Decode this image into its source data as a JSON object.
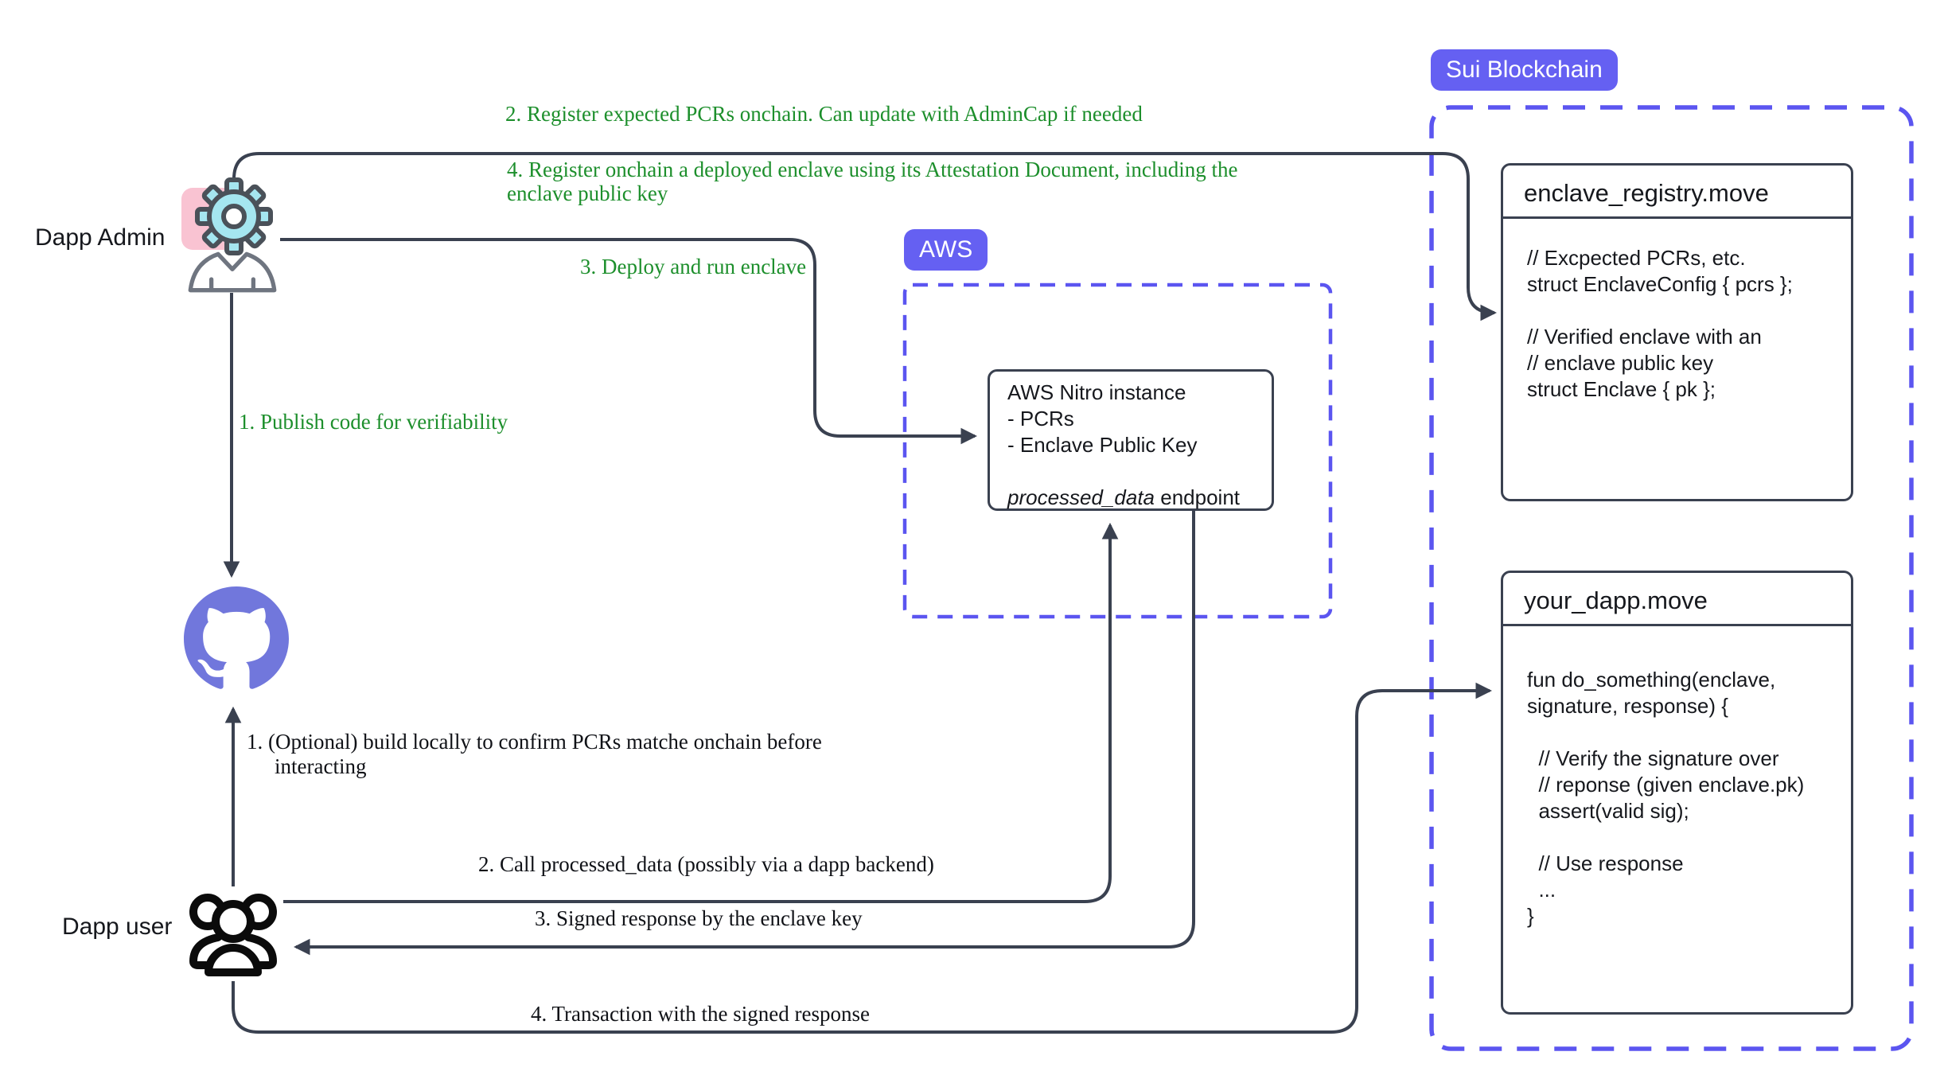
{
  "actors": {
    "dapp_admin": {
      "label": "Dapp Admin"
    },
    "dapp_user": {
      "label": "Dapp user"
    },
    "github": {
      "icon": "github-octocat"
    }
  },
  "annotations": {
    "admin_publish": "1. Publish code for verifiability",
    "admin_register_pcrs": "2. Register expected PCRs onchain. Can update with AdminCap if needed",
    "admin_deploy": "3. Deploy and run enclave",
    "admin_register_enclave_line1": "4. Register onchain a deployed enclave using its Attestation Document, including the",
    "admin_register_enclave_line2": "enclave public key",
    "user_build_line1": "1. (Optional) build locally to confirm PCRs matche onchain before",
    "user_build_line2": "interacting",
    "user_call": "2. Call processed_data (possibly via a dapp backend)",
    "user_signed_response": "3. Signed response by the enclave key",
    "user_transaction": "4. Transaction with the signed response"
  },
  "aws": {
    "badge": "AWS",
    "nitro_box": {
      "lines": [
        "AWS Nitro instance",
        "- PCRs",
        "- Enclave Public Key",
        ""
      ],
      "endpoint_italic": "processed_data",
      "endpoint_rest": " endpoint"
    }
  },
  "sui": {
    "badge": "Sui Blockchain",
    "registry_box": {
      "title": "enclave_registry.move",
      "code": [
        "// Excpected PCRs, etc.",
        "struct EnclaveConfig { pcrs };",
        "",
        "// Verified enclave with an",
        "// enclave public key",
        "struct Enclave { pk };"
      ]
    },
    "dapp_box": {
      "title": "your_dapp.move",
      "code": [
        "fun do_something(enclave,",
        "signature, response) {",
        "",
        "  // Verify the signature over",
        "  // reponse (given enclave.pk)",
        "  assert(valid sig);",
        "",
        "  // Use response",
        "  ...",
        "}"
      ]
    }
  },
  "colors": {
    "connector": "#3a4150",
    "badge_purple": "#6560f2",
    "dashed_border": "#5b55f0",
    "annotation_green": "#1d8f2c",
    "github_purple": "#7177dc",
    "gear_cyan": "#a5e6f0",
    "gear_stroke": "#4a5159",
    "pink_square": "#f9c3d2",
    "person_stroke": "#6f7580",
    "user_icon_black": "#0b0b0b"
  }
}
